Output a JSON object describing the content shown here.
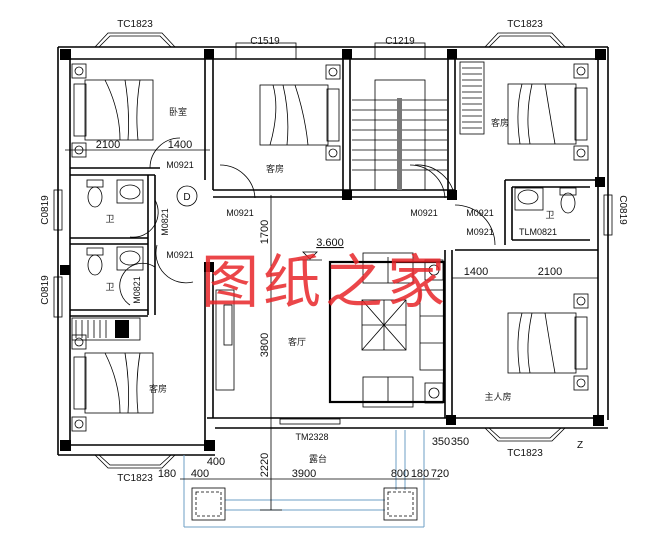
{
  "drawing": {
    "type": "floor-plan",
    "watermark": "图纸之家",
    "watermark_color": "#e8262a",
    "elevation": "3.600",
    "axis_marker": "D",
    "corner_mark": "Z"
  },
  "rooms": {
    "bedroom_nw": "卧室",
    "guest_n": "客房",
    "guest_ne": "客房",
    "bath_w1": "卫",
    "bath_w2": "卫",
    "bath_e": "卫",
    "living": "客厅",
    "bedroom_sw": "客房",
    "master": "主人房",
    "terrace": "露台"
  },
  "windows": {
    "top_left": "TC1823",
    "top_mid_left": "C1519",
    "top_mid_right": "C1219",
    "top_right": "TC1823",
    "left_upper": "C0819",
    "left_lower": "C0819",
    "right": "C0819",
    "bottom_left": "TC1823",
    "bottom_right": "TC1823"
  },
  "doors": {
    "d1": "M0921",
    "d2": "M0921",
    "d3": "M0921",
    "d4": "M0921",
    "d5": "M0921",
    "d6": "M0921",
    "d7": "M0821",
    "d8": "M0821",
    "d9": "TLM0821",
    "main": "TM2328"
  },
  "dimensions": {
    "nw_width": "2100",
    "nw_door": "1400",
    "ne_door": "1400",
    "ne_width": "2100",
    "v_1700": "1700",
    "v_3800": "3800",
    "v_2220": "2220",
    "b_180": "180",
    "b_400a": "400",
    "b_400b": "400",
    "b_3900": "3900",
    "b_800": "800",
    "b_180b": "180",
    "b_720": "720",
    "b_350a": "350",
    "b_350b": "350"
  }
}
